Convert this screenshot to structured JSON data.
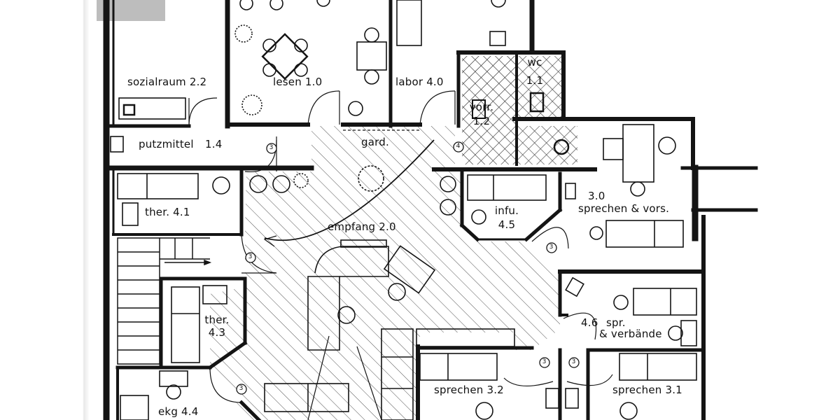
{
  "rooms": {
    "sozialraum": "sozialraum 2.2",
    "lesen": "lesen 1.0",
    "labor": "labor 4.0",
    "wc": "wc",
    "wc_num": "1.1",
    "vorr": "vorr.",
    "vorr_num": "1.2",
    "putzmittel": "putzmittel",
    "putzmittel_num": "1.4",
    "gard": "gard.",
    "ther41": "ther. 4.1",
    "infu": "infu.",
    "infu_num": "4.5",
    "sprechen_vors_num": "3.0",
    "sprechen_vors": "sprechen & vors.",
    "empfang": "empfang 2.0",
    "ther43": "ther.",
    "ther43_num": "4.3",
    "spr_num": "4.6",
    "spr": "spr.",
    "verbaende": "& verbände",
    "sprechen32": "sprechen 3.2",
    "sprechen31": "sprechen 3.1",
    "ekg": "ekg 4.4"
  },
  "door_markers": [
    "3",
    "4",
    "3",
    "3",
    "3",
    "3",
    "3"
  ],
  "colors": {
    "ink": "#141414",
    "paper": "#ffffff",
    "scan_gray": "#bdbdbd"
  }
}
